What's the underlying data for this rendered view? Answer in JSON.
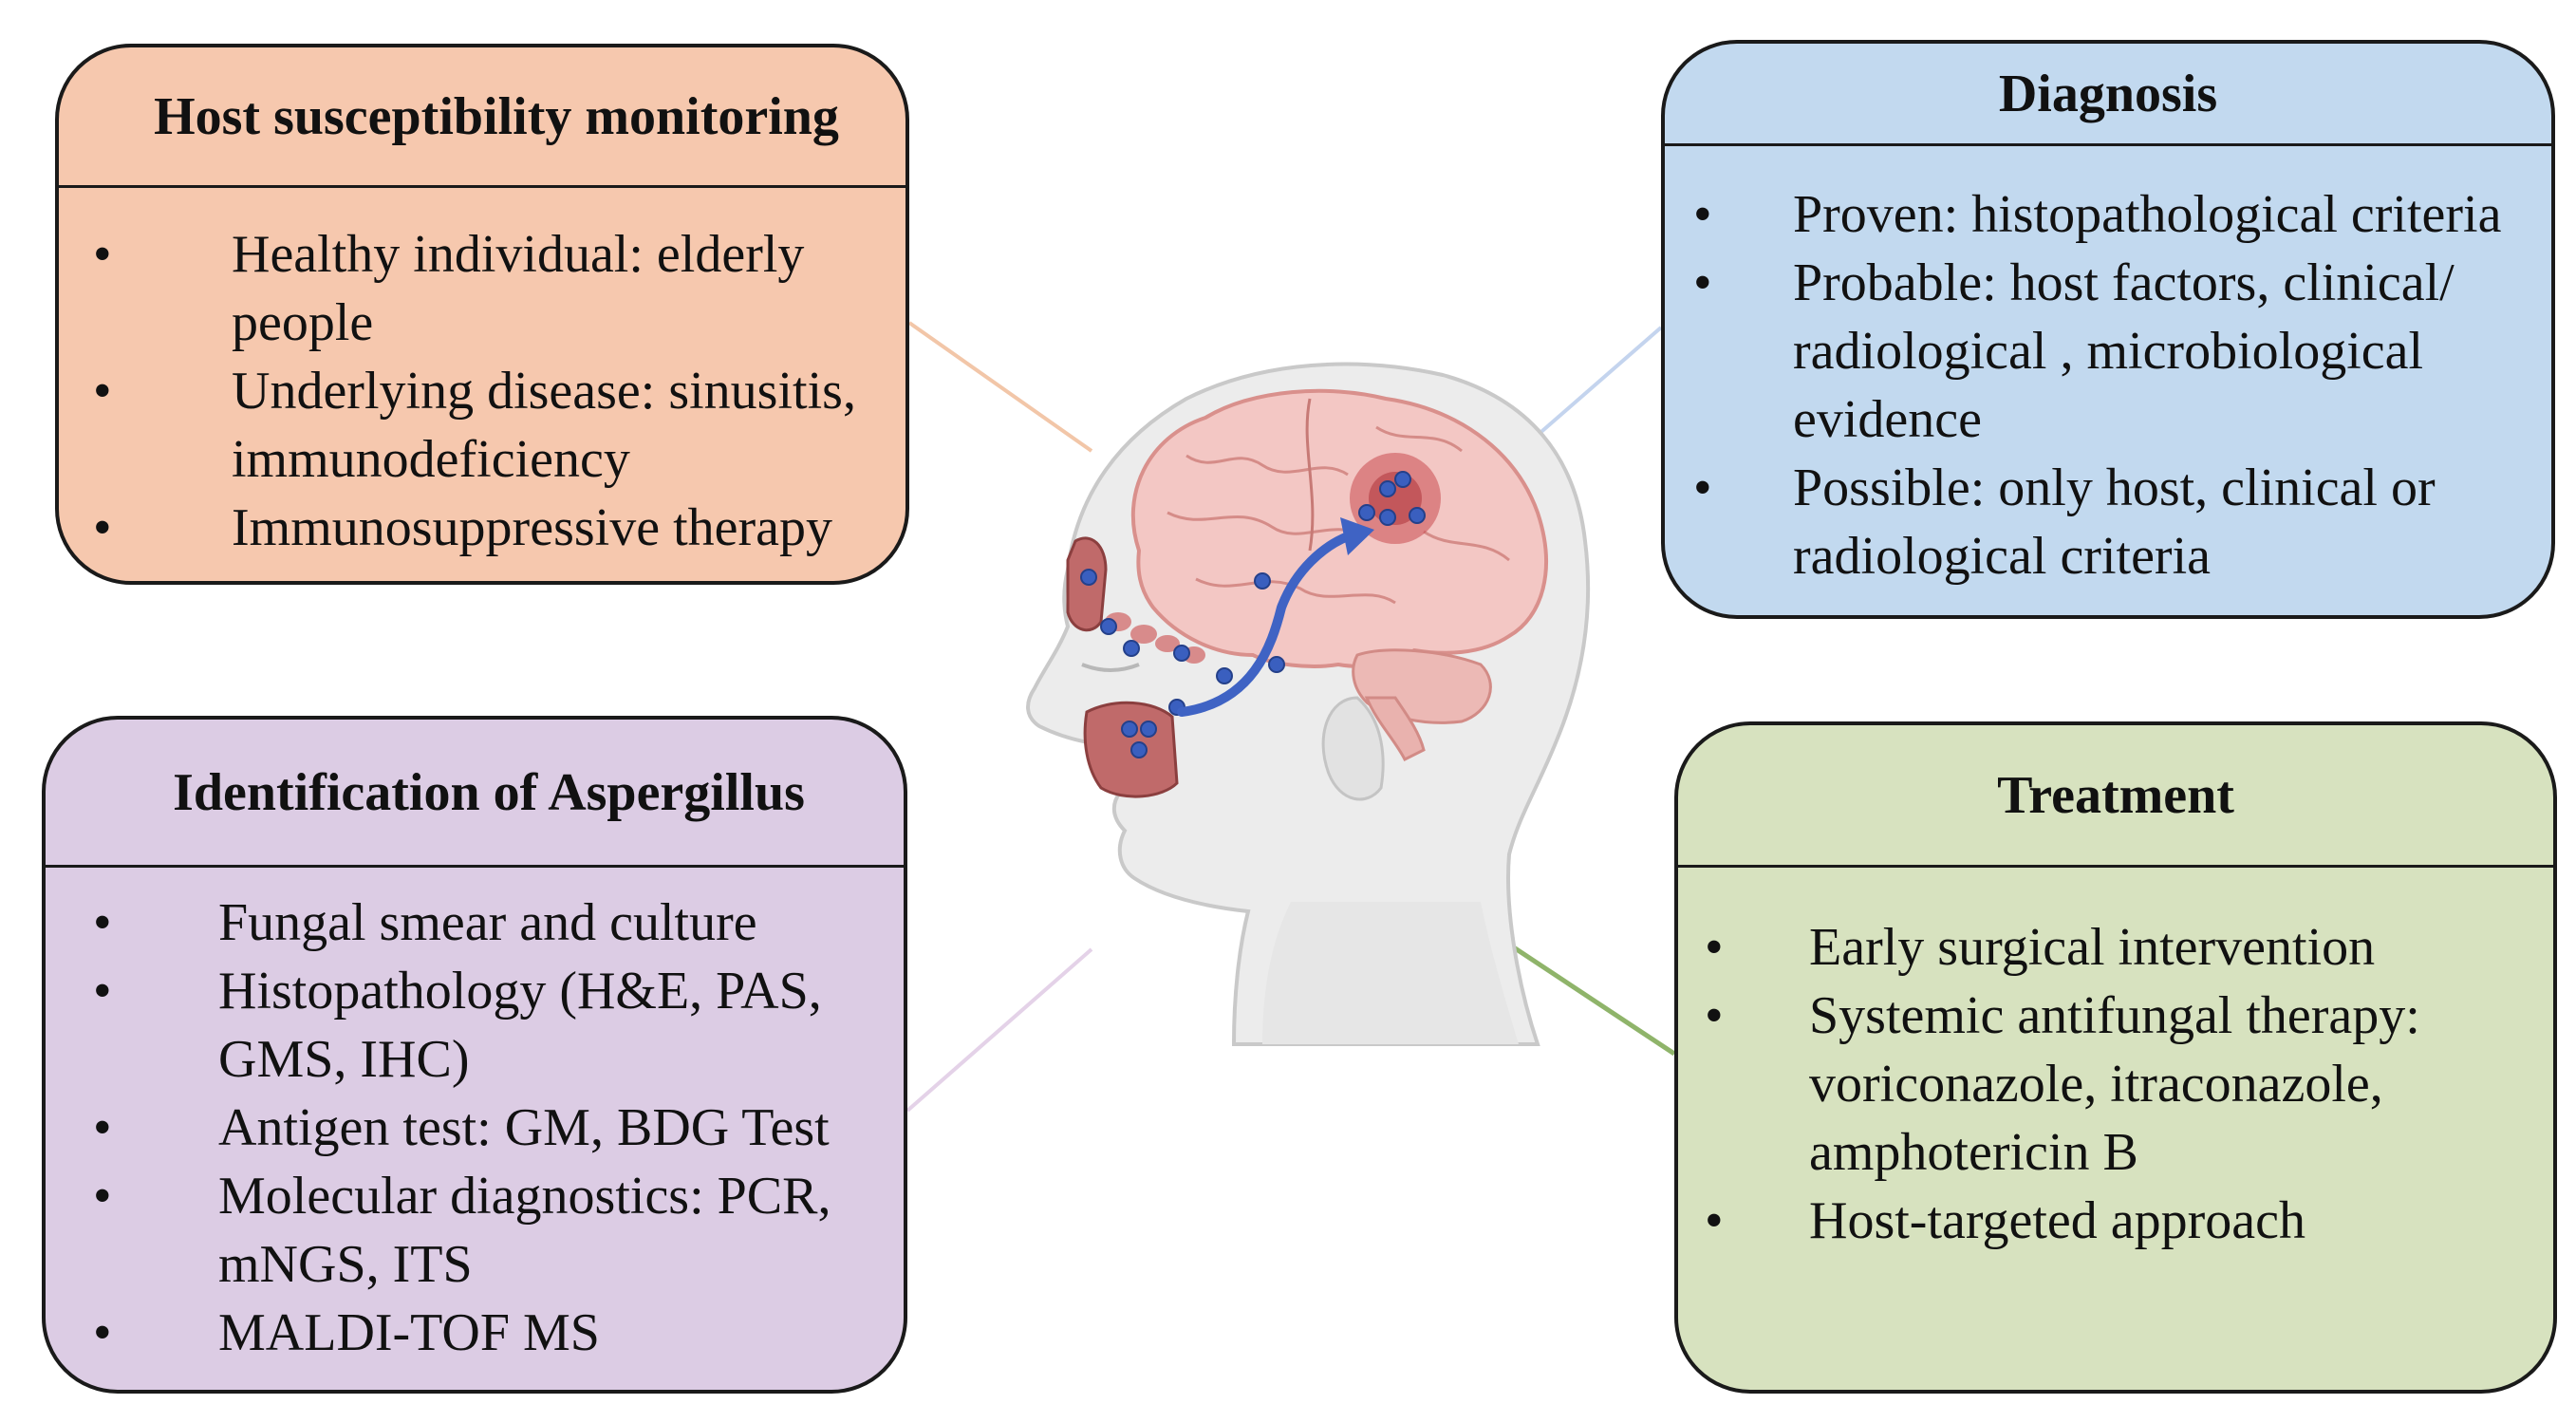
{
  "host_susceptibility": {
    "title": "Host susceptibility monitoring",
    "items": [
      "Healthy individual: elderly people",
      "Underlying disease: sinusitis, immunodeficiency",
      "Immunosuppressive therapy"
    ],
    "color": "#f6c8ae"
  },
  "diagnosis": {
    "title": "Diagnosis",
    "items": [
      "Proven: histopathological criteria",
      "Probable: host factors, clinical/ radiological , microbiological evidence",
      "Possible: only host, clinical or radiological criteria"
    ],
    "color": "#c2d9ef"
  },
  "identification": {
    "title": "Identification of Aspergillus",
    "items": [
      "Fungal smear and culture",
      "Histopathology (H&E, PAS, GMS, IHC)",
      "Antigen test: GM, BDG Test",
      "Molecular diagnostics: PCR, mNGS, ITS",
      "MALDI-TOF MS"
    ],
    "color": "#dccce4"
  },
  "treatment": {
    "title": "Treatment",
    "items": [
      "Early surgical intervention",
      "Systemic antifungal therapy: voriconazole, itraconazole, amphotericin B",
      "Host-targeted approach"
    ],
    "color": "#d7e2bf"
  },
  "bullet_symbol": "•",
  "illustration": {
    "subject": "head-profile-with-brain-and-sinus-infection-spread",
    "spore_color": "#3a5fbf",
    "arrow_color": "#3f63c4",
    "brain_color": "#f3c7c4",
    "lesion_color": "#c94a50"
  }
}
